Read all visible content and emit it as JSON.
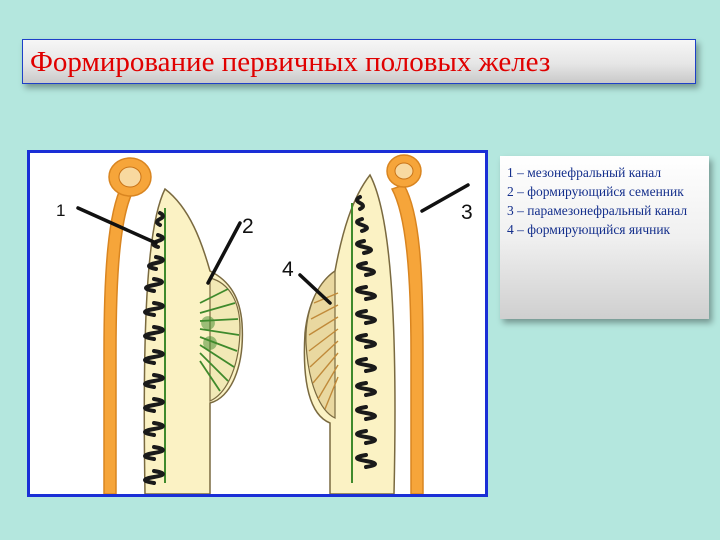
{
  "title": "Формирование первичных половых желез",
  "figure": {
    "callouts": [
      "1",
      "2",
      "3",
      "4"
    ]
  },
  "legend": {
    "items": [
      {
        "num": "1 –",
        "text": "мезонефральный канал"
      },
      {
        "num": "2 –",
        "text": "формирующийся семенник"
      },
      {
        "num": "3 –",
        "text": "парамезонефральный канал"
      },
      {
        "num": "4 –",
        "text": "формирующийся яичник"
      }
    ]
  },
  "colors": {
    "background": "#b4e7de",
    "title_text": "#e00000",
    "frame_border": "#1a2fd6",
    "legend_text": "#142f8c",
    "duct_orange": "#f6a53a",
    "tissue_cream": "#fbf2c4",
    "tubule_dark": "#1a1a1a",
    "gland_green": "#3f8a2c"
  }
}
